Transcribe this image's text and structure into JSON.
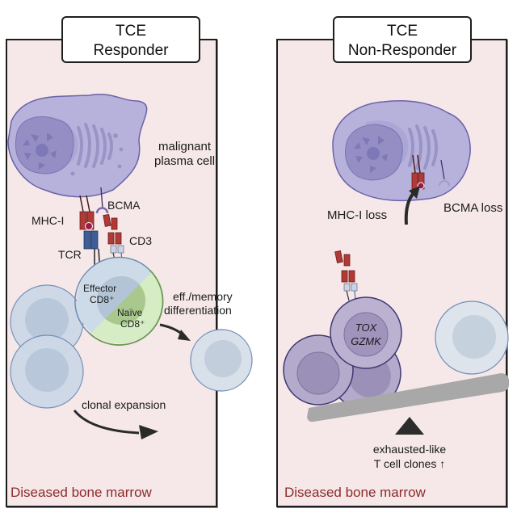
{
  "panels": {
    "left": {
      "title_line1": "TCE",
      "title_line2": "Responder",
      "labels": {
        "malignant_line1": "malignant",
        "malignant_line2": "plasma cell",
        "bcma": "BCMA",
        "mhc": "MHC-I",
        "cd3": "CD3",
        "tcr": "TCR",
        "effector_line1": "Effector",
        "effector_line2": "CD8⁺",
        "naive_line1": "Naïve",
        "naive_line2": "CD8⁺",
        "diff_line1": "eff./memory",
        "diff_line2": "differentiation",
        "clonal": "clonal expansion"
      },
      "footer": "Diseased bone marrow"
    },
    "right": {
      "title_line1": "TCE",
      "title_line2": "Non-Responder",
      "labels": {
        "mhc_loss": "MHC-I loss",
        "bcma_loss": "BCMA loss",
        "tox": "TOX",
        "gzmk": "GZMK",
        "exhausted_line1": "exhausted-like",
        "exhausted_line2": "T cell clones ↑"
      },
      "footer": "Diseased bone marrow"
    }
  },
  "colors": {
    "panel_bg": "#f6e8e9",
    "footer_text": "#8e2a2a",
    "plasma_cell": "#b7b2dc",
    "nucleus": "#9a93c6",
    "effector_tcell": "#c9d6e4",
    "naive_tcell": "#d6ecc4",
    "exhausted_tcell": "#b4aacb",
    "mhc_red": "#b03a35",
    "tcr_blue": "#3d5e96",
    "seesaw": "#a8a8a8"
  }
}
